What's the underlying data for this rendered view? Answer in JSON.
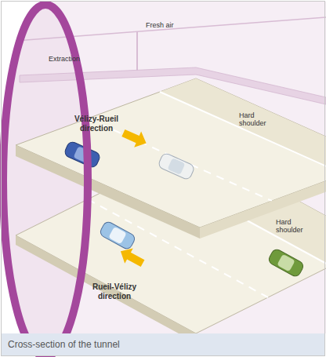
{
  "diagram": {
    "caption": "Cross-section of the tunnel",
    "labels": [
      "Fresh air",
      "Extraction",
      "Vélizy-Rueil direction",
      "Hard shoulder",
      "Rueil-Vélizy direction",
      "Hard shoulder"
    ]
  }
}
